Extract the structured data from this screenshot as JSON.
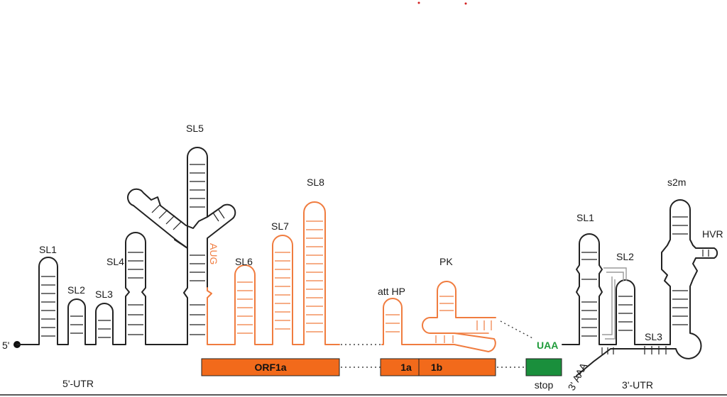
{
  "labels": {
    "five_prime": "5'",
    "utr5": "5'-UTR",
    "utr3": "3'-UTR",
    "sl1": "SL1",
    "sl2": "SL2",
    "sl3": "SL3",
    "sl4": "SL4",
    "sl5": "SL5",
    "sl6": "SL6",
    "sl7": "SL7",
    "sl8": "SL8",
    "aug": "AUG",
    "att_hp": "att HP",
    "pk": "PK",
    "uaa": "UAA",
    "sl1_3": "SL1",
    "sl2_3": "SL2",
    "sl3_3": "SL3",
    "s2m": "s2m",
    "hvr": "HVR",
    "three_aaa": "3' AAA",
    "orf1a": "ORF1a",
    "seg_1a": "1a",
    "seg_1b": "1b",
    "stop": "stop"
  },
  "colors": {
    "black_rna": "#222222",
    "orange_rna": "#f07c3f",
    "orf_box": "#f26a1b",
    "stop_box": "#1a8f3c",
    "uaa_text": "#1f9b3a",
    "gray_pk": "#9a9a9a"
  }
}
